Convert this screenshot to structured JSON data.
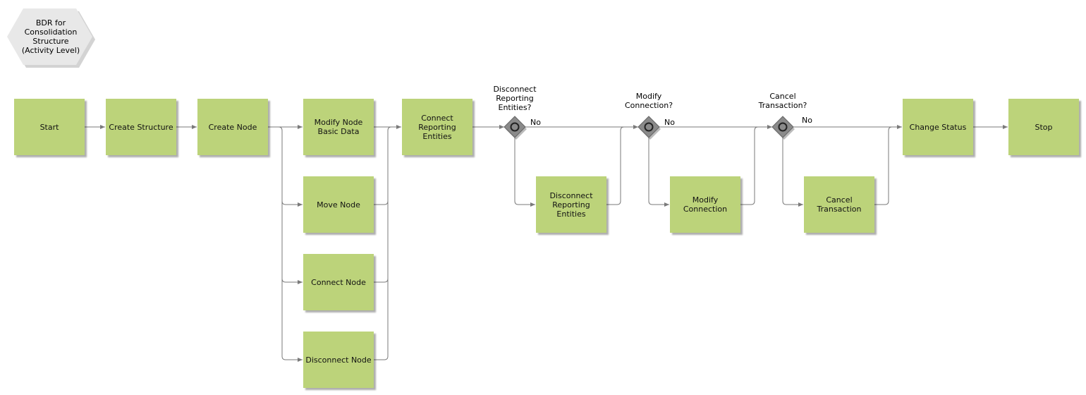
{
  "title": "BDR for\nConsolidation\nStructure\n(Activity Level)",
  "colors": {
    "activity": "#bcd37a",
    "gateway": "#8a8a8a",
    "connector": "#7a7a7a",
    "hexagon": "#e8e8e8"
  },
  "nodes": {
    "start": "Start",
    "create_structure": "Create Structure",
    "create_node": "Create Node",
    "modify_node": "Modify Node\nBasic Data",
    "move_node": "Move Node",
    "connect_node": "Connect Node",
    "disconnect_node": "Disconnect Node",
    "connect_reporting": "Connect\nReporting\nEntities",
    "disconnect_reporting": "Disconnect\nReporting\nEntities",
    "modify_connection": "Modify\nConnection",
    "cancel_transaction": "Cancel\nTransaction",
    "change_status": "Change Status",
    "stop": "Stop"
  },
  "gateways": {
    "g1": "Disconnect\nReporting\nEntities?",
    "g2": "Modify\nConnection?",
    "g3": "Cancel\nTransaction?"
  },
  "branch_label": "No"
}
